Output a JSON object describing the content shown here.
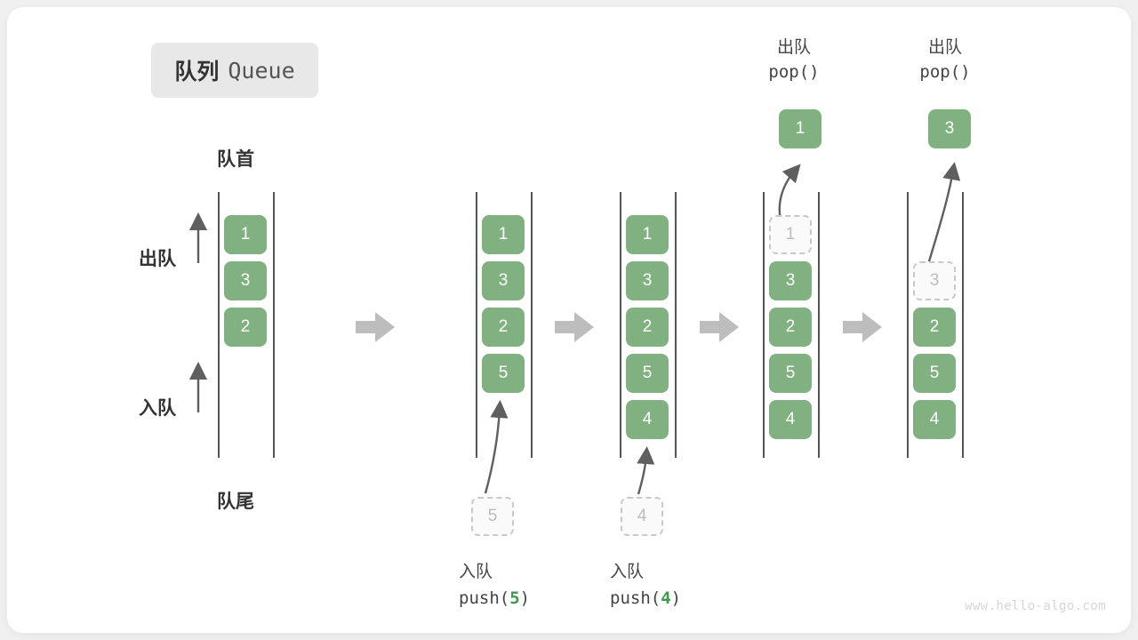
{
  "title": {
    "cn": "队列",
    "en": "Queue"
  },
  "labels": {
    "head": "队首",
    "tail": "队尾",
    "dequeue": "出队",
    "enqueue": "入队"
  },
  "watermark": "www.hello-algo.com",
  "colors": {
    "element": "#82b181",
    "ghost_border": "#c9c9c9",
    "ghost_text": "#bdbdbd",
    "rail": "#555555",
    "flow_arrow": "#bdbdbd",
    "highlight": "#3f9a4e",
    "chip_bg": "#e8e8e8",
    "text": "#333333"
  },
  "steps": [
    {
      "name": "initial",
      "cells": [
        {
          "value": "1",
          "state": "filled"
        },
        {
          "value": "3",
          "state": "filled"
        },
        {
          "value": "2",
          "state": "filled"
        }
      ]
    },
    {
      "name": "after-push-5",
      "cells": [
        {
          "value": "1",
          "state": "filled"
        },
        {
          "value": "3",
          "state": "filled"
        },
        {
          "value": "2",
          "state": "filled"
        },
        {
          "value": "5",
          "state": "filled"
        }
      ],
      "incoming": {
        "value": "5"
      },
      "caption_cn": "入队",
      "caption_fn": "push(",
      "caption_arg": "5",
      "caption_fn_end": ")"
    },
    {
      "name": "after-push-4",
      "cells": [
        {
          "value": "1",
          "state": "filled"
        },
        {
          "value": "3",
          "state": "filled"
        },
        {
          "value": "2",
          "state": "filled"
        },
        {
          "value": "5",
          "state": "filled"
        },
        {
          "value": "4",
          "state": "filled"
        }
      ],
      "incoming": {
        "value": "4"
      },
      "caption_cn": "入队",
      "caption_fn": "push(",
      "caption_arg": "4",
      "caption_fn_end": ")"
    },
    {
      "name": "after-pop-1",
      "cells": [
        {
          "value": "1",
          "state": "ghost"
        },
        {
          "value": "3",
          "state": "filled"
        },
        {
          "value": "2",
          "state": "filled"
        },
        {
          "value": "5",
          "state": "filled"
        },
        {
          "value": "4",
          "state": "filled"
        }
      ],
      "popped": {
        "value": "1"
      },
      "header_cn": "出队",
      "header_fn": "pop()"
    },
    {
      "name": "after-pop-3",
      "cells": [
        {
          "value": "",
          "state": "empty"
        },
        {
          "value": "3",
          "state": "ghost"
        },
        {
          "value": "2",
          "state": "filled"
        },
        {
          "value": "5",
          "state": "filled"
        },
        {
          "value": "4",
          "state": "filled"
        }
      ],
      "popped": {
        "value": "3"
      },
      "header_cn": "出队",
      "header_fn": "pop()"
    }
  ]
}
